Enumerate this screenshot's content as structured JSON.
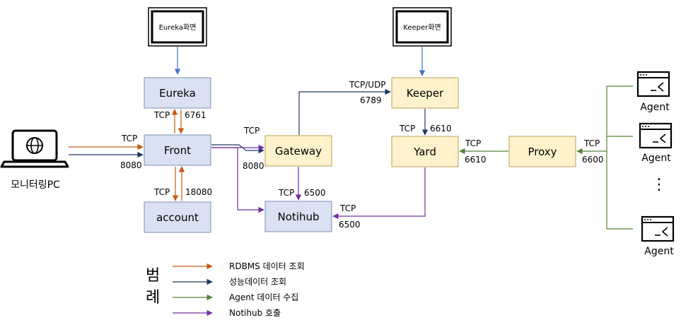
{
  "screens": {
    "eureka": "Eureka화면",
    "keeper": "Keeper화면"
  },
  "nodes": {
    "eureka": "Eureka",
    "front": "Front",
    "account": "account",
    "gateway": "Gateway",
    "notihub": "Notihub",
    "keeper": "Keeper",
    "yard": "Yard",
    "proxy": "Proxy"
  },
  "monitoring_pc": "모니터링PC",
  "agents": [
    "Agent",
    "Agent",
    "Agent"
  ],
  "agent_ellipsis": "⋮",
  "ports": {
    "eureka_front_tcp": "TCP",
    "eureka_front_port": "6761",
    "pc_front_tcp": "TCP",
    "pc_front_port": "8080",
    "front_account_tcp": "TCP",
    "front_account_port": "18080",
    "gateway_tcp": "TCP",
    "gateway_port": "8080",
    "gateway_keeper_proto": "TCP/UDP",
    "gateway_keeper_port": "6789",
    "keeper_yard_tcp": "TCP",
    "keeper_yard_port": "6610",
    "gateway_notihub_tcp": "TCP",
    "gateway_notihub_port": "6500",
    "yard_notihub_tcp": "TCP",
    "yard_notihub_port": "6500",
    "proxy_yard_tcp": "TCP",
    "proxy_yard_port": "6610",
    "agent_proxy_tcp": "TCP",
    "agent_proxy_port": "6600"
  },
  "legend": {
    "title_line1": "범",
    "title_line2": "례",
    "items": [
      {
        "label": "RDBMS 데이터 조회",
        "color": "#C55A11"
      },
      {
        "label": "성능데이터 조회",
        "color": "#203864"
      },
      {
        "label": "Agent 데이터 수집",
        "color": "#548235"
      },
      {
        "label": "Notihub 호출",
        "color": "#7030A0"
      }
    ]
  },
  "colors": {
    "box_blue_fill": "#D9E1F2",
    "box_blue_stroke": "#7F8FB3",
    "box_yellow_fill": "#FFF2CC",
    "box_yellow_stroke": "#B7A35A",
    "screen_arrow": "#4472C4"
  }
}
